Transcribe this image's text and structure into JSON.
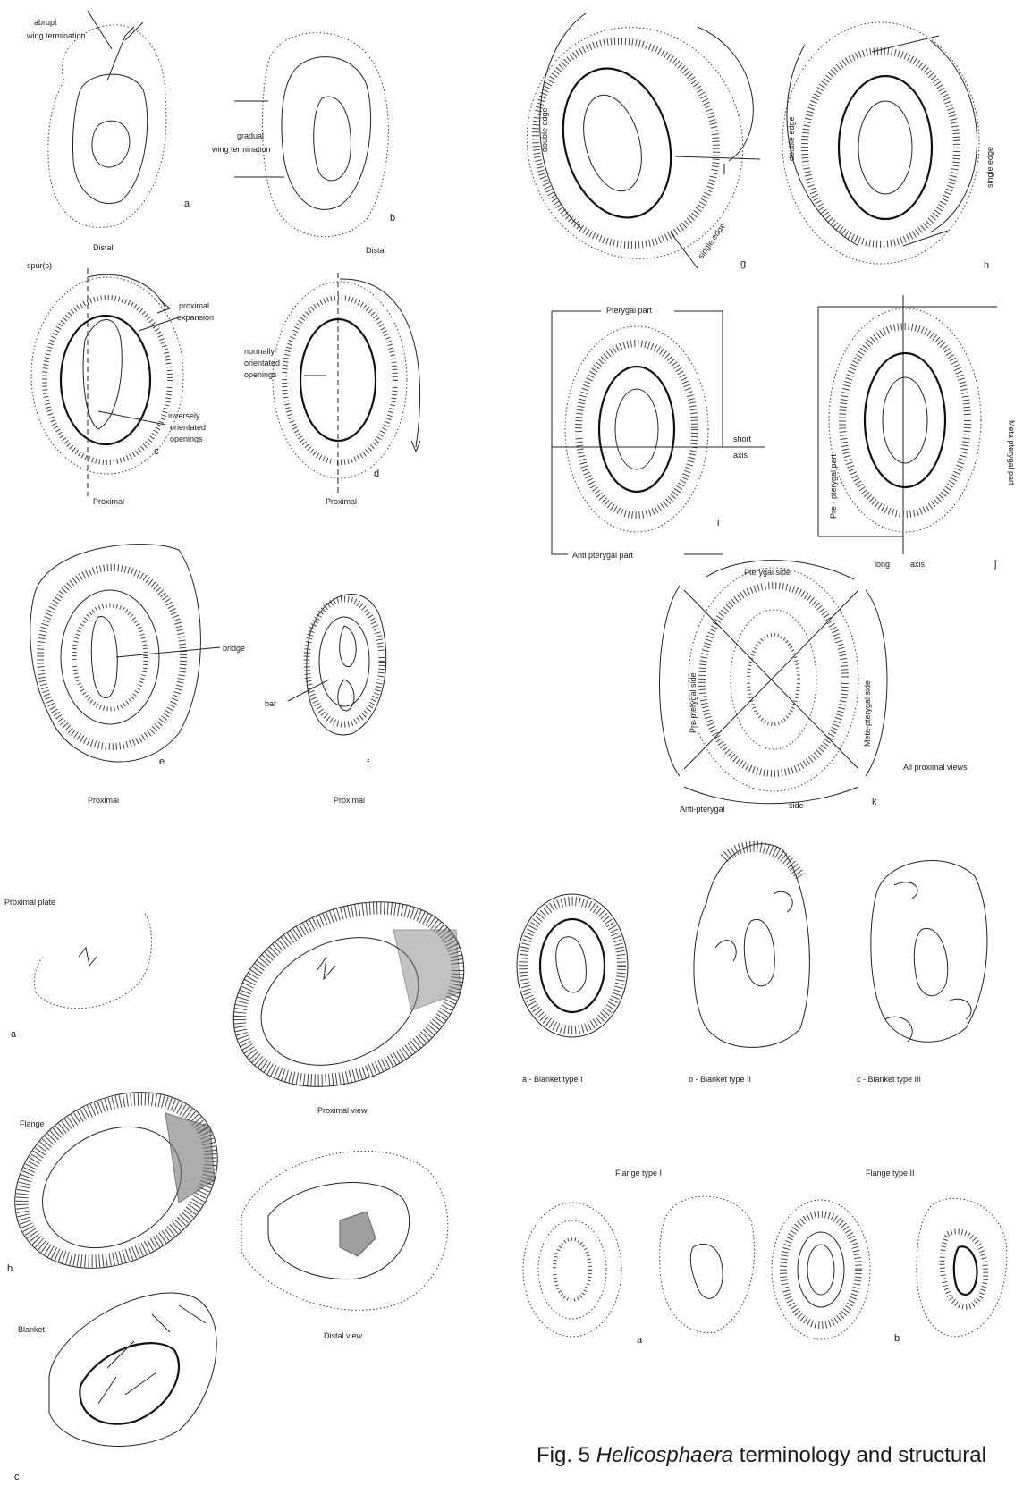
{
  "top_left": {
    "a": {
      "letter": "a",
      "view": "Distal",
      "abrupt": [
        "abrupt",
        "wing termination"
      ]
    },
    "b": {
      "letter": "b",
      "view": "Distal",
      "gradual": [
        "gradual",
        "wing termination"
      ]
    },
    "c": {
      "letter": "c",
      "view": "Proximal",
      "spurs": "spur(s)",
      "proximal_expansion": [
        "proximal",
        "expansion"
      ],
      "inverse": [
        "inversely",
        "orientated",
        "openings"
      ]
    },
    "d": {
      "letter": "d",
      "view": "Proximal",
      "normal": [
        "normally",
        "orientated",
        "openings"
      ]
    },
    "e": {
      "letter": "e",
      "view": "Proximal",
      "bridge": "bridge"
    },
    "f": {
      "letter": "f",
      "view": "Proximal",
      "bar": "bar"
    }
  },
  "top_right": {
    "g": {
      "letter": "g",
      "double_edge": "double edge",
      "single_edge": "single edge"
    },
    "h": {
      "letter": "h",
      "double_edge": "double edge",
      "single_edge": "single edge"
    },
    "i": {
      "letter": "i",
      "pterygal_part": "Pterygal part",
      "anti_pterygal_part": "Anti pterygal part",
      "short_axis": [
        "short",
        "axis"
      ]
    },
    "j": {
      "letter": "j",
      "pre_pterygal_part": "Pre - pterygal part",
      "meta_pterygal_part": "Meta pterygal part",
      "long_axis": [
        "long",
        "axis"
      ]
    },
    "k": {
      "letter": "k",
      "pterygal_side": "Pterygal side",
      "pre_pterygal_side": "Pre pterygal side",
      "meta_pterygal_side": "Meta-pterygal side",
      "anti_pterygal_side": [
        "Anti-pterygal",
        "side"
      ],
      "all_views": "All proximal views"
    }
  },
  "bottom_left": {
    "proximal_plate": "Proximal plate",
    "flange": "Flange",
    "blanket": "Blanket",
    "letters": [
      "a",
      "b",
      "c"
    ],
    "proximal_view": "Proximal view",
    "distal_view": "Distal view"
  },
  "bottom_right": {
    "blanket_types": [
      "a - Blanket type I",
      "b - Blanket type II",
      "c - Blanket type III"
    ],
    "flange_type_1": "Flange type I",
    "flange_type_2": "Flange type II",
    "letters": [
      "a",
      "b"
    ]
  },
  "caption": {
    "fig": "Fig. 5",
    "genus": "Helicosphaera",
    "rest": "terminology and structural"
  }
}
